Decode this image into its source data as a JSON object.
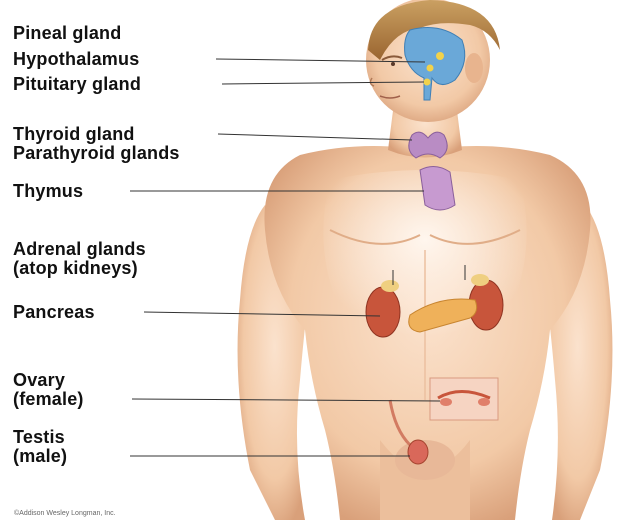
{
  "labels": {
    "pineal": "Pineal gland",
    "hypothalamus": "Hypothalamus",
    "pituitary": "Pituitary gland",
    "thyroid": "Thyroid gland",
    "parathyroid": "Parathyroid glands",
    "thymus": "Thymus",
    "adrenal_1": "Adrenal glands",
    "adrenal_2": "(atop kidneys)",
    "pancreas": "Pancreas",
    "ovary_1": "Ovary",
    "ovary_2": "(female)",
    "testis_1": "Testis",
    "testis_2": "(male)"
  },
  "credit": "©Addison Wesley Longman, Inc.",
  "colors": {
    "skin": "#f2c9a6",
    "skin_shadow": "#dca27e",
    "hair": "#b27a3a",
    "brain": "#6aa8d8",
    "gland_purple": "#b98cc4",
    "kidney": "#c8553b",
    "pancreas": "#efb15a",
    "leader_line": "#333333"
  }
}
